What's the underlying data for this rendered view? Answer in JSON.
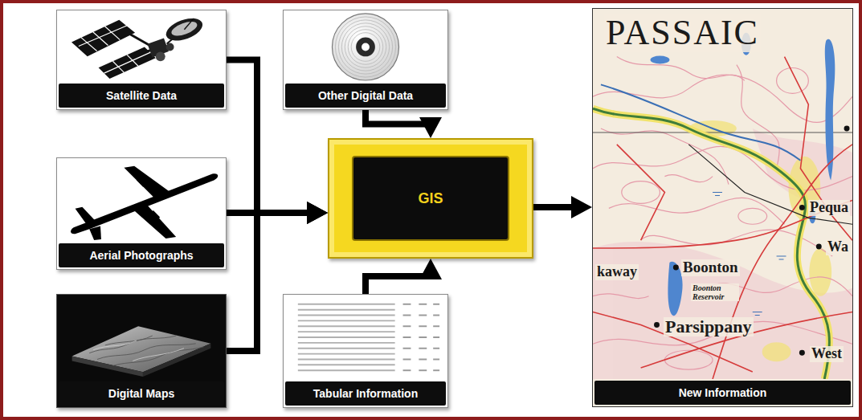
{
  "diagram": {
    "nodes": [
      {
        "text": [
          "Satellite Data"
        ]
      },
      {
        "text": [
          "Other Digital Data"
        ]
      },
      {
        "text": [
          "Aerial Photographs"
        ]
      },
      {
        "text": [
          "GIS"
        ]
      },
      {
        "text": [
          "Digital Maps"
        ]
      },
      {
        "text": [
          "Tabular Information"
        ]
      },
      {
        "text": [
          "New Information"
        ]
      }
    ],
    "edges": [
      {
        "from": 0,
        "to": 3,
        "arrow": "to"
      },
      {
        "from": 1,
        "to": 3,
        "arrow": "to"
      },
      {
        "from": 2,
        "to": 3,
        "arrow": "to"
      },
      {
        "from": 4,
        "to": 3,
        "arrow": "to"
      },
      {
        "from": 5,
        "to": 3,
        "arrow": "to"
      },
      {
        "from": 3,
        "to": 6,
        "arrow": "to"
      }
    ],
    "labels": [
      "PASSAIC",
      "Pequa",
      "Wa",
      "kaway",
      "Boonton",
      "Boonton Reservoir",
      "Parsippany",
      "West"
    ]
  }
}
